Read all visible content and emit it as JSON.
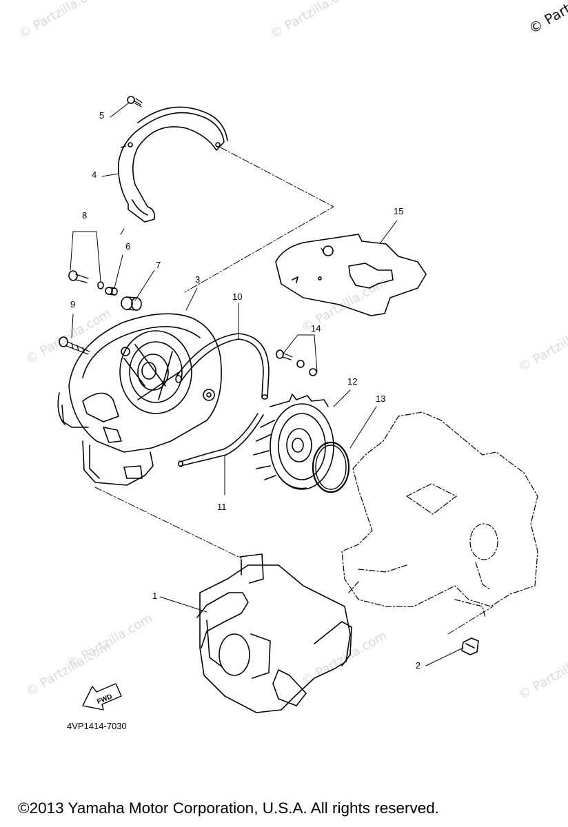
{
  "watermark": {
    "text": "© Partzilla.com",
    "corner_text": "© Part"
  },
  "callouts": [
    {
      "id": "c1",
      "label": "1"
    },
    {
      "id": "c2",
      "label": "2"
    },
    {
      "id": "c3",
      "label": "3"
    },
    {
      "id": "c4",
      "label": "4"
    },
    {
      "id": "c5",
      "label": "5"
    },
    {
      "id": "c6",
      "label": "6"
    },
    {
      "id": "c7",
      "label": "7"
    },
    {
      "id": "c8",
      "label": "8"
    },
    {
      "id": "c9",
      "label": "9"
    },
    {
      "id": "c10",
      "label": "10"
    },
    {
      "id": "c11",
      "label": "11"
    },
    {
      "id": "c12",
      "label": "12"
    },
    {
      "id": "c13",
      "label": "13"
    },
    {
      "id": "c14",
      "label": "14"
    },
    {
      "id": "c15",
      "label": "15"
    }
  ],
  "fwd_label": "FWD",
  "diagram_code": "4VP1414-7030",
  "footer": "©2013  Yamaha Motor Corporation, U.S.A. All rights reserved."
}
